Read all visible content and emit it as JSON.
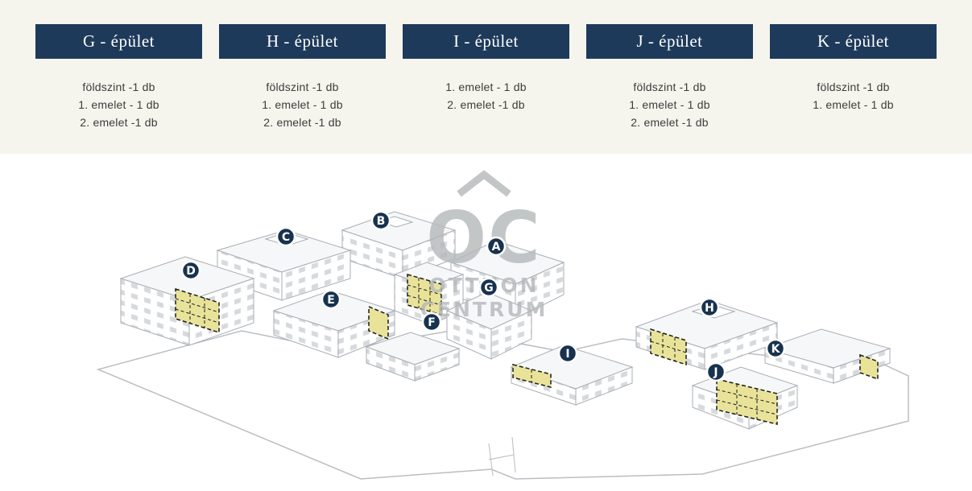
{
  "header": {
    "buildings": [
      {
        "label": "G - épület",
        "floors": [
          "földszint -1 db",
          "1. emelet - 1 db",
          "2. emelet -1 db"
        ]
      },
      {
        "label": "H - épület",
        "floors": [
          "földszint -1 db",
          "1. emelet - 1 db",
          "2. emelet -1 db"
        ]
      },
      {
        "label": "I - épület",
        "floors": [
          "1. emelet - 1 db",
          "2. emelet -1 db"
        ]
      },
      {
        "label": "J - épület",
        "floors": [
          "földszint -1 db",
          "1. emelet - 1 db",
          "2. emelet -1 db"
        ]
      },
      {
        "label": "K - épület",
        "floors": [
          "földszint -1 db",
          "1. emelet - 1 db"
        ]
      }
    ]
  },
  "map": {
    "badges": [
      "A",
      "B",
      "C",
      "D",
      "E",
      "F",
      "G",
      "H",
      "I",
      "J",
      "K"
    ],
    "watermark": {
      "initials": "OC",
      "line1": "OTTHON",
      "line2": "CENTRUM"
    }
  },
  "colors": {
    "navy": "#1e3a5a",
    "cream": "#f5f5ee",
    "highlight": "#e9e39a",
    "badge": "#17324e"
  }
}
